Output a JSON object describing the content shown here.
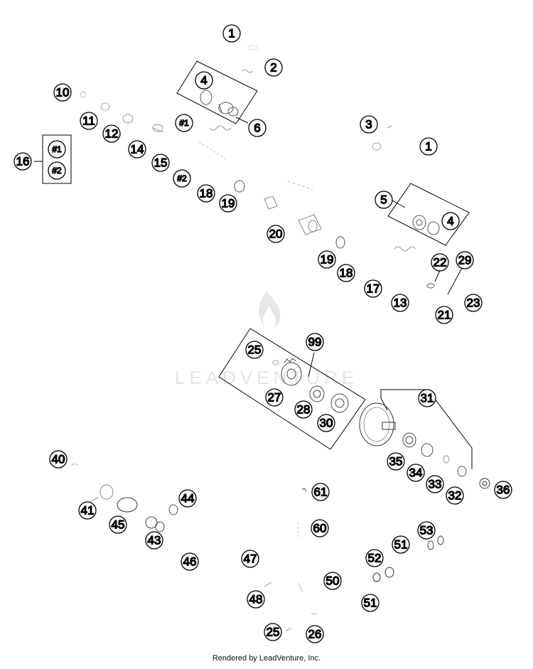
{
  "footer": "Rendered by LeadVenture, Inc.",
  "watermark": "LEADVENTURE",
  "callouts": {
    "c1": "1",
    "c2": "2",
    "c4a": "4",
    "c6": "6",
    "c3": "3",
    "c1b": "1",
    "c10": "10",
    "c11": "11",
    "c12": "12",
    "c14": "14",
    "c15": "15",
    "c16": "16",
    "c18a": "18",
    "c19a": "19",
    "c20": "20",
    "c5": "5",
    "c4b": "4",
    "c19b": "19",
    "c18b": "18",
    "c17": "17",
    "c13": "13",
    "c22": "22",
    "c29": "29",
    "c21": "21",
    "c23": "23",
    "c25a": "25",
    "c99": "99",
    "c27": "27",
    "c28": "28",
    "c30": "30",
    "c31": "31",
    "c35": "35",
    "c34": "34",
    "c33": "33",
    "c32": "32",
    "c36": "36",
    "c40": "40",
    "c41": "41",
    "c45": "45",
    "c43": "43",
    "c44": "44",
    "c46": "46",
    "c61": "61",
    "c60": "60",
    "c47": "47",
    "c48": "48",
    "c50": "50",
    "c51a": "51",
    "c52": "52",
    "c51b": "51",
    "c53": "53",
    "c25b": "25",
    "c26": "26"
  },
  "variants": {
    "v1a": "#1",
    "v2a": "#2",
    "v1b": "#1",
    "v2b": "#2"
  }
}
